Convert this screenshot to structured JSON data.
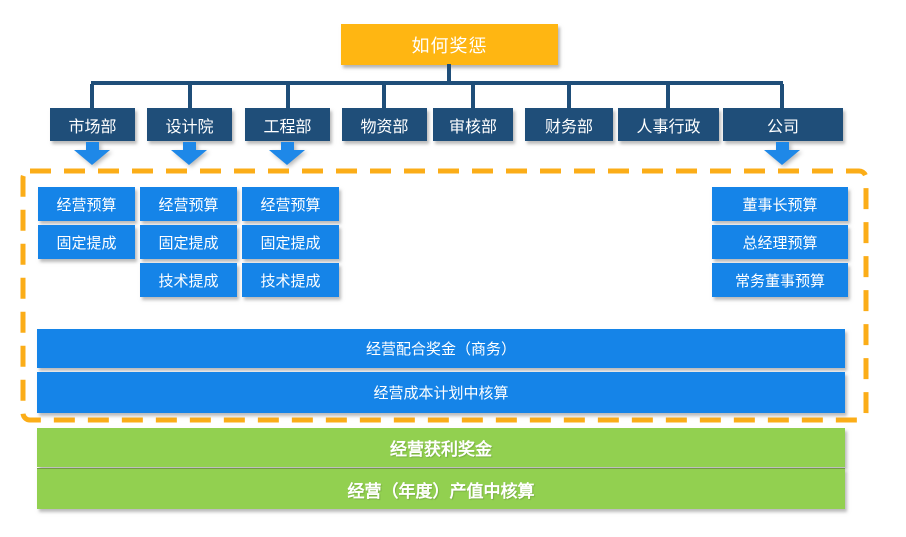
{
  "diagram": {
    "title": "如何奖惩",
    "departments": [
      "市场部",
      "设计院",
      "工程部",
      "物资部",
      "审核部",
      "财务部",
      "人事行政",
      "公司"
    ],
    "groups": {
      "marketing": [
        "经营预算",
        "固定提成"
      ],
      "design_institute": [
        "经营预算",
        "固定提成",
        "技术提成"
      ],
      "engineering": [
        "经营预算",
        "固定提成",
        "技术提成"
      ],
      "company": [
        "董事长预算",
        "总经理预算",
        "常务董事预算"
      ]
    },
    "middle_bars": [
      "经营配合奖金（商务）",
      "经营成本计划中核算"
    ],
    "bottom_bars": [
      "经营获利奖金",
      "经营（年度）产值中核算"
    ]
  },
  "icons": {
    "down_arrow": "down-arrow"
  },
  "colors": {
    "orange": "#FFB612",
    "navy": "#1F4E79",
    "blue": "#1584E8",
    "arrow_blue": "#1E88E8",
    "green": "#92D050",
    "dash": "#FBAD18",
    "text": "#FFFFFF"
  }
}
